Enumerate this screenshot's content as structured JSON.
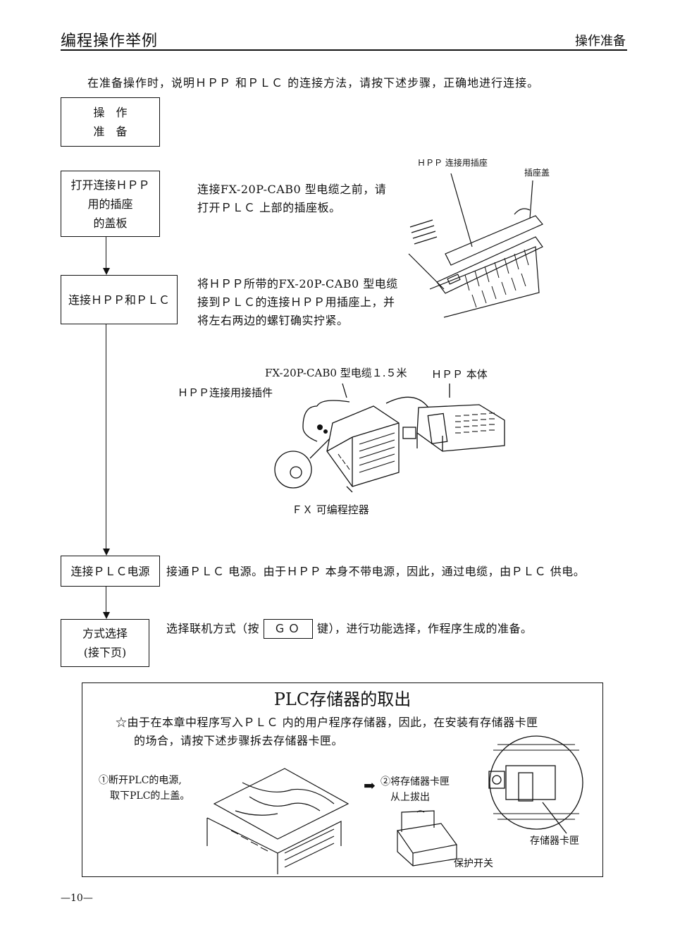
{
  "header": {
    "left_title": "编程操作举例",
    "right_title": "操作准备"
  },
  "intro": "在准备操作时，说明ＨＰＰ 和ＰＬＣ 的连接方法，请按下述步骤，正确地进行连接。",
  "flow": {
    "prep": [
      "操　作",
      "准　备"
    ],
    "step1": [
      "打开连接ＨＰＰ",
      "用的插座",
      "的盖板"
    ],
    "step2": "连接ＨＰＰ和ＰＬＣ",
    "step3": "连接ＰＬＣ电源",
    "step4": [
      "方式选择",
      "(接下页)"
    ]
  },
  "desc": {
    "step1": [
      "连接FX-20P-CAB0 型电缆之前，请",
      "打开ＰＬＣ 上部的插座板。"
    ],
    "step2": [
      "将ＨＰＰ所带的FX-20P-CAB0 型电缆",
      "接到ＰＬＣ的连接ＨＰＰ用插座上，并",
      "将左右两边的螺钉确实拧紧。"
    ],
    "step3": "接通ＰＬＣ 电源。由于ＨＰＰ 本身不带电源，因此，通过电缆，由ＰＬＣ 供电。",
    "step4_before": "选择联机方式（按",
    "step4_key": "ＧＯ",
    "step4_after": "键），进行功能选择，作程序生成的准备。"
  },
  "fig1": {
    "label_socket": "ＨＰＰ 连接用插座",
    "label_cover": "插座盖"
  },
  "fig2": {
    "label_cable": "FX-20P-CAB0 型电缆１.５米",
    "label_hpp": "ＨＰＰ 本体",
    "label_connector": "ＨＰＰ连接用接插件",
    "label_fx": "ＦＸ 可编程控器"
  },
  "panel": {
    "title": "PLC存储器的取出",
    "text": [
      "☆由于在本章中程序写入ＰＬＣ 内的用户程序存储器，因此，在安装有存储器卡匣",
      "的场合，请按下述步骤拆去存储器卡匣。"
    ],
    "step1": [
      "①断开PLC的电源,",
      "取下PLC的上盖。"
    ],
    "step2": [
      "②将存储器卡匣",
      "从上拔出"
    ],
    "label_cartridge": "存储器卡匣",
    "label_switch": "保护开关"
  },
  "footer": {
    "page": "—10—"
  }
}
